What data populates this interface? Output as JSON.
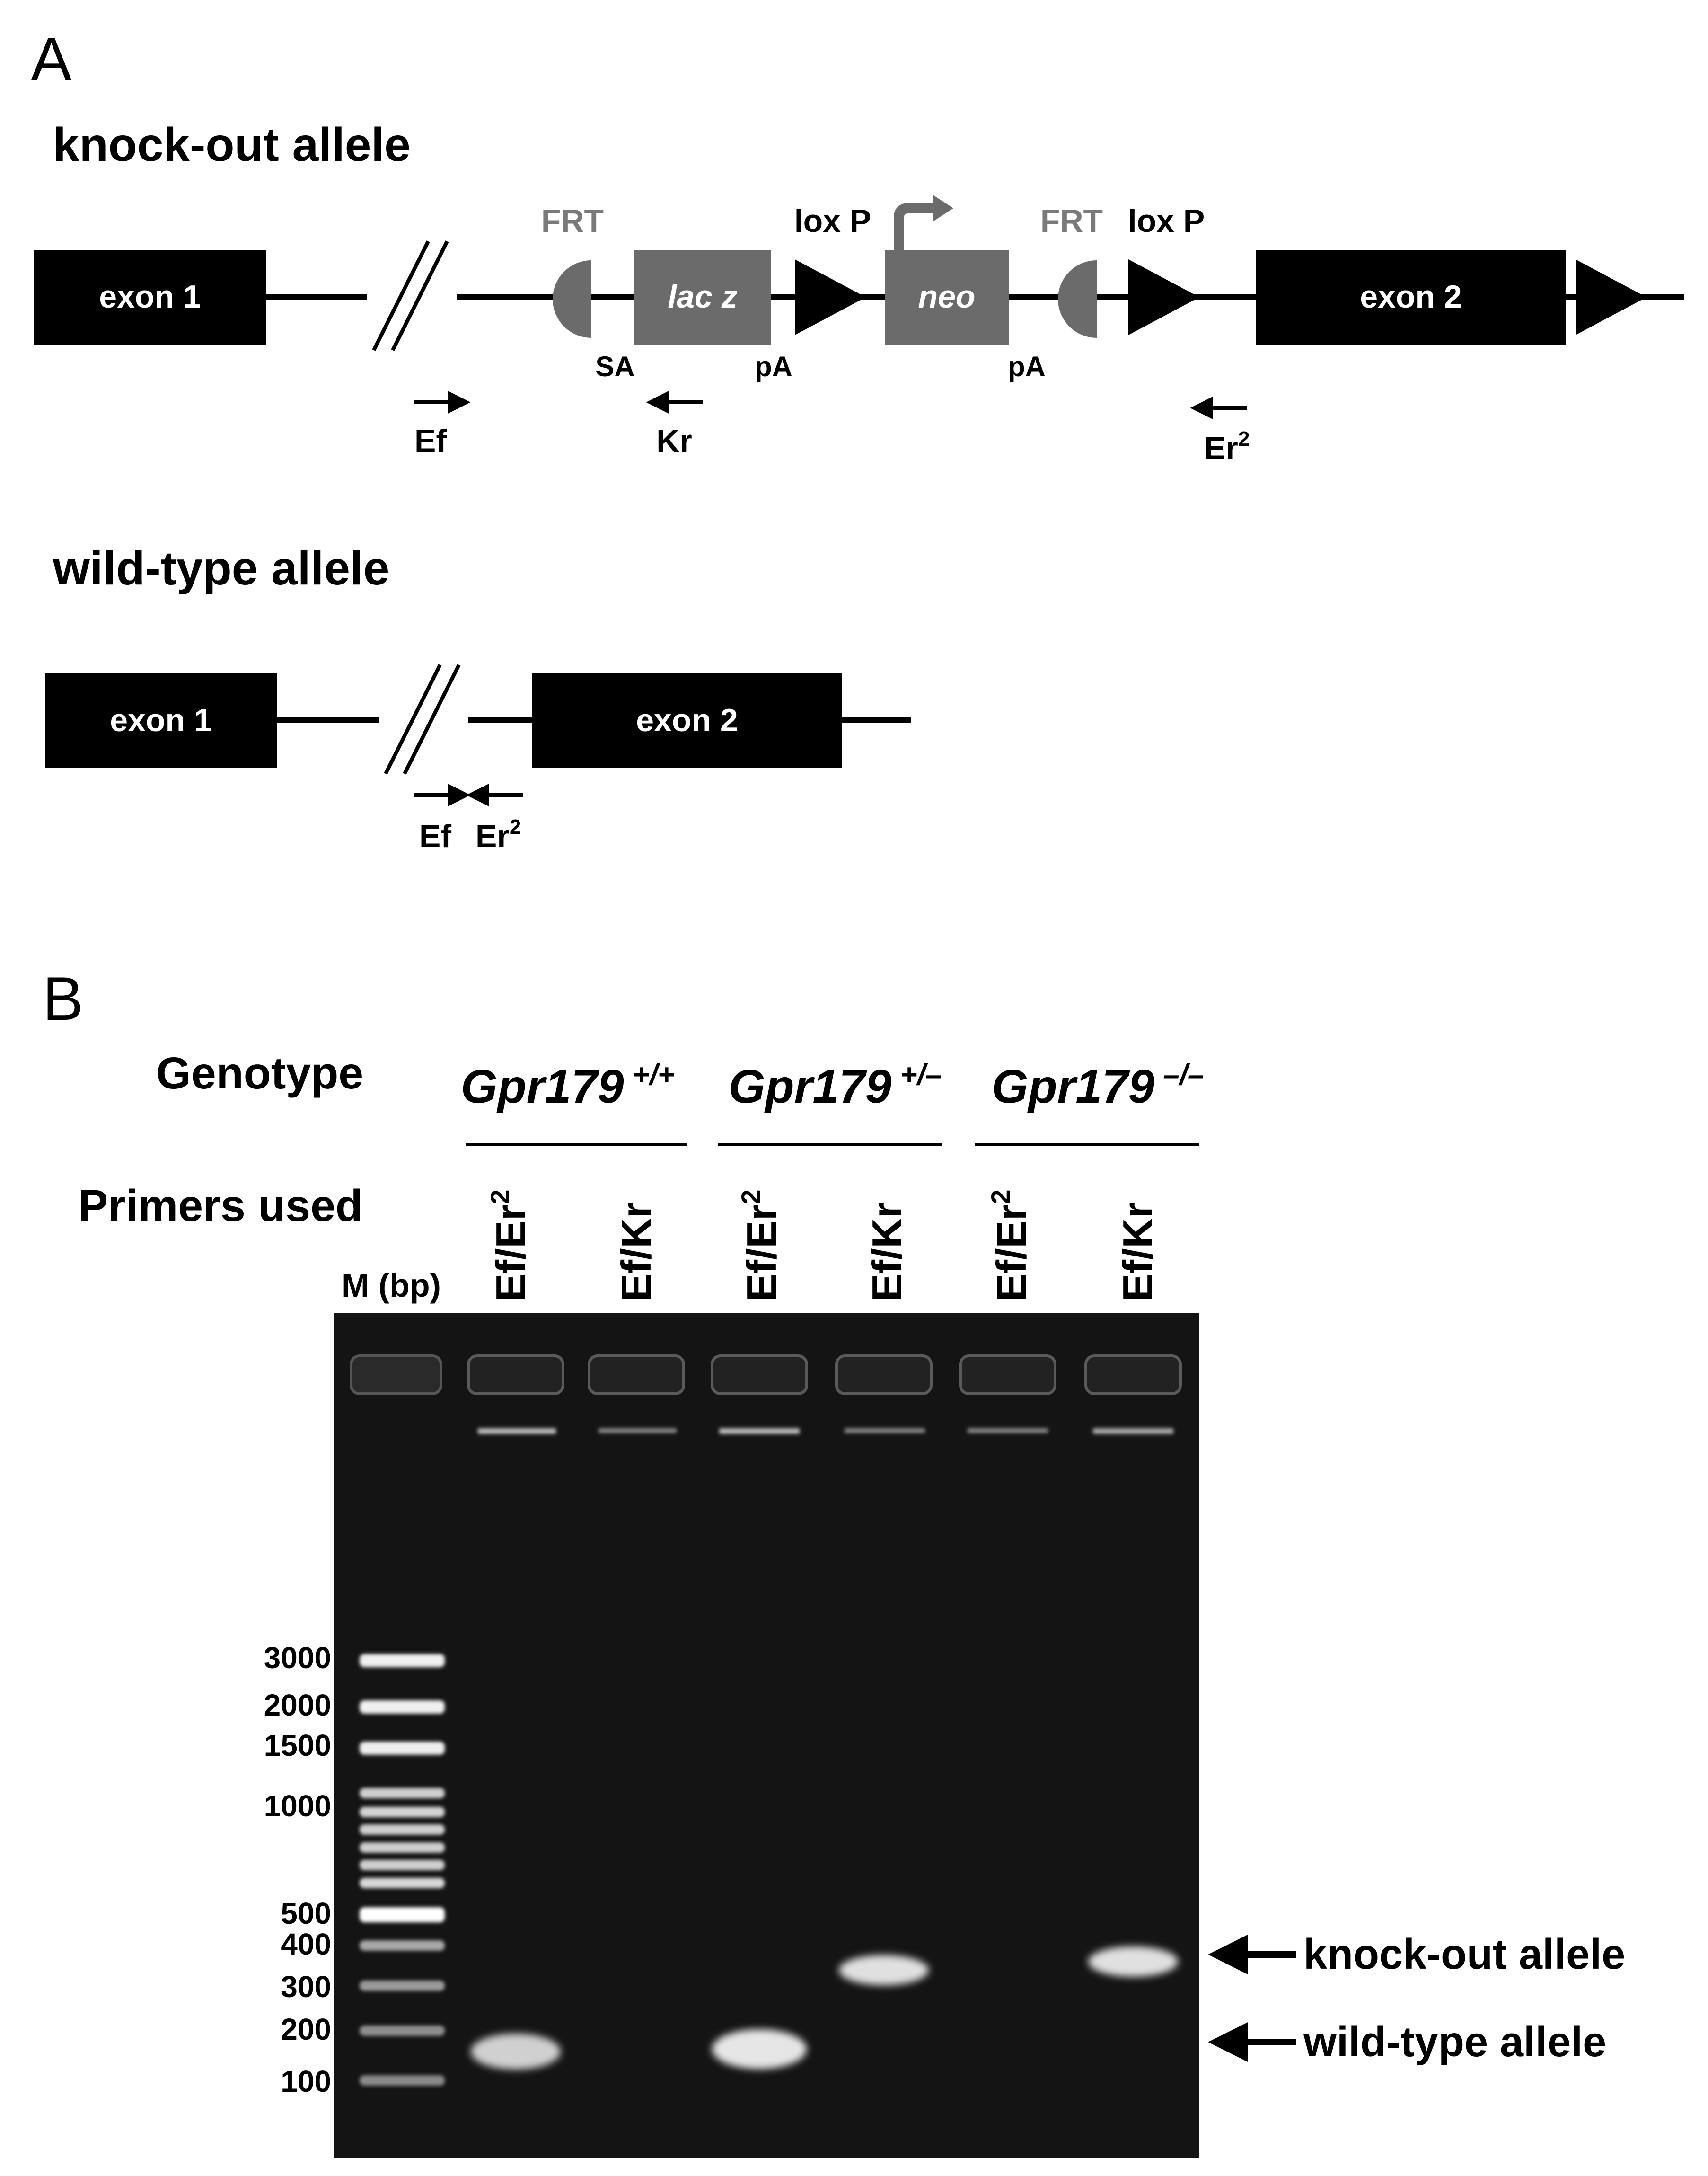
{
  "colors": {
    "black": "#000000",
    "gray": "#6b6b6b",
    "gray_text": "#7a7a7a",
    "white": "#ffffff",
    "gel_bg": "#141414",
    "band": "#e8e8e8"
  },
  "panel_a": {
    "label": "A",
    "knockout": {
      "title": "knock-out allele",
      "exon1": "exon 1",
      "exon2": "exon 2",
      "lacz": "lac z",
      "neo": "neo",
      "frt_left": "FRT",
      "frt_right": "FRT",
      "loxp_left": "lox P",
      "loxp_right": "lox P",
      "sa": "SA",
      "pa_left": "pA",
      "pa_right": "pA",
      "primer_ef": "Ef",
      "primer_kr": "Kr",
      "primer_er2": "Er",
      "primer_er2_sup": "2"
    },
    "wildtype": {
      "title": "wild-type allele",
      "exon1": "exon 1",
      "exon2": "exon 2",
      "primer_ef": "Ef",
      "primer_er2": "Er",
      "primer_er2_sup": "2"
    }
  },
  "panel_b": {
    "label": "B",
    "genotype_label": "Genotype",
    "primers_label": "Primers used",
    "marker_label": "M (bp)",
    "genotypes": [
      {
        "gene": "Gpr179",
        "sup": "+/+"
      },
      {
        "gene": "Gpr179",
        "sup": "+/–"
      },
      {
        "gene": "Gpr179",
        "sup": "–/–"
      }
    ],
    "lanes": [
      {
        "primer": "Ef/Er",
        "sup": "2"
      },
      {
        "primer": "Ef/Kr",
        "sup": ""
      },
      {
        "primer": "Ef/Er",
        "sup": "2"
      },
      {
        "primer": "Ef/Kr",
        "sup": ""
      },
      {
        "primer": "Ef/Er",
        "sup": "2"
      },
      {
        "primer": "Ef/Kr",
        "sup": ""
      }
    ],
    "ladder": [
      "3000",
      "2000",
      "1500",
      "1000",
      "500",
      "400",
      "300",
      "200",
      "100"
    ],
    "annotations": {
      "knockout": "knock-out allele",
      "wildtype": "wild-type allele"
    }
  }
}
